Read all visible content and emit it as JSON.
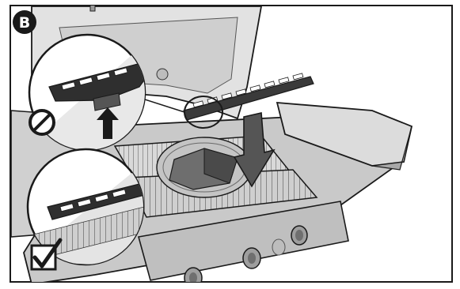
{
  "figure": {
    "step_label": "B",
    "callouts": [
      {
        "id": "incorrect",
        "status": "incorrect",
        "symbol": "prohibited-icon"
      },
      {
        "id": "correct",
        "status": "correct",
        "symbol": "checkmark-icon"
      }
    ],
    "colors": {
      "background": "#ffffff",
      "line": "#1a1a1a",
      "grill_light": "#d4d4d4",
      "grill_mid": "#b3b3b3",
      "grill_dark": "#8a8a8a",
      "part_dark": "#3a3a3a",
      "badge": "#1a1a1a",
      "badge_text": "#ffffff"
    }
  }
}
